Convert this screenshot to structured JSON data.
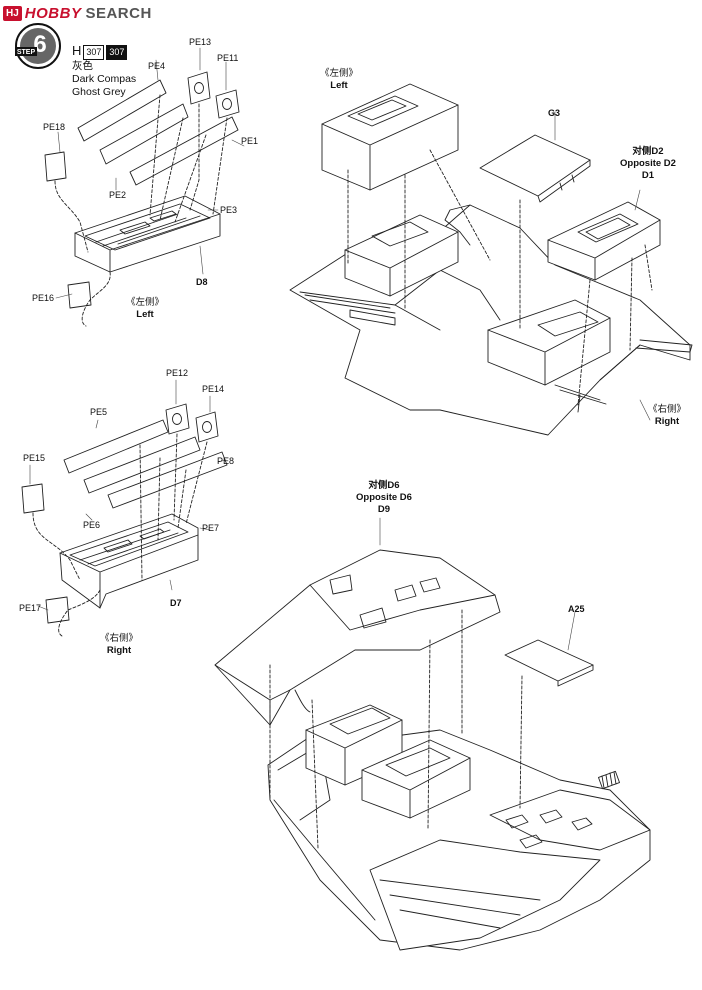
{
  "watermark": {
    "logo_short": "HJ",
    "brand": "HOBBY",
    "suffix": "SEARCH"
  },
  "step": {
    "label": "STEP",
    "number": "6"
  },
  "paint": {
    "letter": "H",
    "code1": "307",
    "code2": "307",
    "name_cn": "灰色",
    "name_en1": "Dark Compas",
    "name_en2": "Ghost Grey"
  },
  "parts_top_left": {
    "pe13": "PE13",
    "pe4": "PE4",
    "pe11": "PE11",
    "pe18": "PE18",
    "pe1": "PE1",
    "pe2": "PE2",
    "pe3": "PE3",
    "d8": "D8",
    "pe16": "PE16",
    "side_cn": "《左侧》",
    "side_en": "Left"
  },
  "parts_mid_left": {
    "pe12": "PE12",
    "pe5": "PE5",
    "pe14": "PE14",
    "pe15": "PE15",
    "pe8": "PE8",
    "pe6": "PE6",
    "pe7": "PE7",
    "d7": "D7",
    "pe17": "PE17",
    "side_cn": "《右侧》",
    "side_en": "Right"
  },
  "parts_top_right": {
    "left_cn": "《左侧》",
    "left_en": "Left",
    "g3": "G3",
    "d2_cn": "对侧D2",
    "d2_en": "Opposite D2",
    "d1": "D1",
    "right_cn": "《右侧》",
    "right_en": "Right"
  },
  "parts_bottom": {
    "d6_cn": "对侧D6",
    "d6_en": "Opposite D6",
    "d9": "D9",
    "a25": "A25"
  }
}
